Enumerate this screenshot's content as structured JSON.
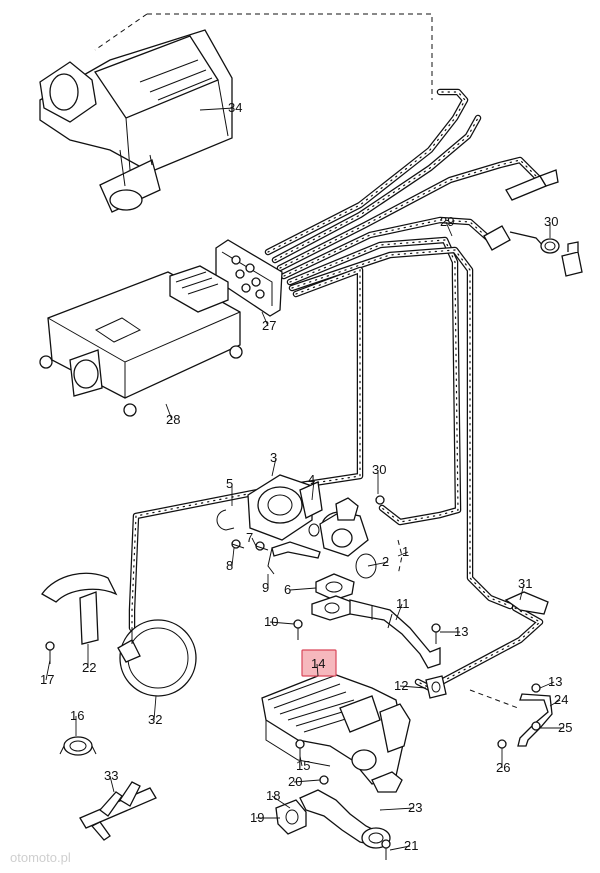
{
  "callouts": [
    {
      "n": "34"
    },
    {
      "n": "27"
    },
    {
      "n": "28"
    },
    {
      "n": "29"
    },
    {
      "n": "30"
    },
    {
      "n": "30"
    },
    {
      "n": "3"
    },
    {
      "n": "5"
    },
    {
      "n": "4"
    },
    {
      "n": "1"
    },
    {
      "n": "2"
    },
    {
      "n": "8"
    },
    {
      "n": "7"
    },
    {
      "n": "9"
    },
    {
      "n": "6"
    },
    {
      "n": "11"
    },
    {
      "n": "31"
    },
    {
      "n": "10"
    },
    {
      "n": "13"
    },
    {
      "n": "14"
    },
    {
      "n": "12"
    },
    {
      "n": "13"
    },
    {
      "n": "24"
    },
    {
      "n": "25"
    },
    {
      "n": "26"
    },
    {
      "n": "15"
    },
    {
      "n": "20"
    },
    {
      "n": "18"
    },
    {
      "n": "19"
    },
    {
      "n": "23"
    },
    {
      "n": "21"
    },
    {
      "n": "17"
    },
    {
      "n": "22"
    },
    {
      "n": "32"
    },
    {
      "n": "16"
    },
    {
      "n": "33"
    }
  ],
  "highlight_label": "14",
  "watermark": "otomoto.pl",
  "colors": {
    "highlight_fill": "#f6b8bd",
    "highlight_stroke": "#d9475a",
    "line": "#111111"
  }
}
